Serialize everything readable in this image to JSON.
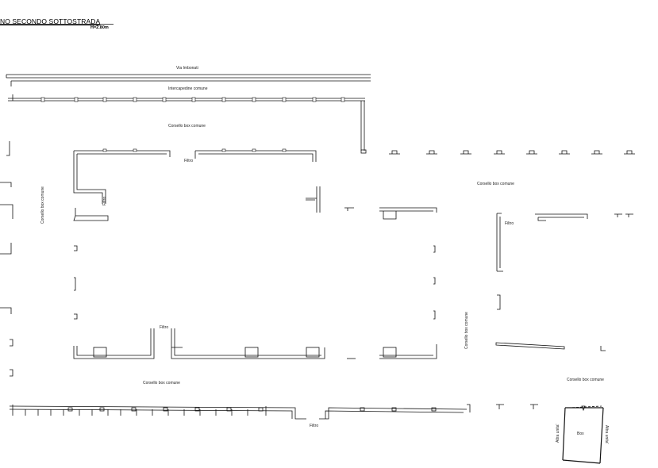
{
  "plan": {
    "title": "NO SECONDO SOTTOSTRADA",
    "height_note": "H=2.80m",
    "labels": {
      "via": "Via Imbonati",
      "intercapedine": "Intercapedine comune",
      "corsello_top": "Corsello box comune",
      "corsello_left": "Corsello box comune",
      "corsello_right_top": "Corsello box comune",
      "corsello_mid_vertical": "Corsello box comune",
      "corsello_bottom": "Corsello box comune",
      "corsello_right_bottom": "Corsello box comune",
      "filtro_1": "Filtro",
      "filtro_2": "Filtro",
      "filtro_3": "Filtro",
      "filtro_4": "Filtro",
      "filtro_5": "Filtro",
      "box": "Box",
      "altra_unita_left": "Altra unita'",
      "altra_unita_right": "Altra unita'"
    }
  }
}
